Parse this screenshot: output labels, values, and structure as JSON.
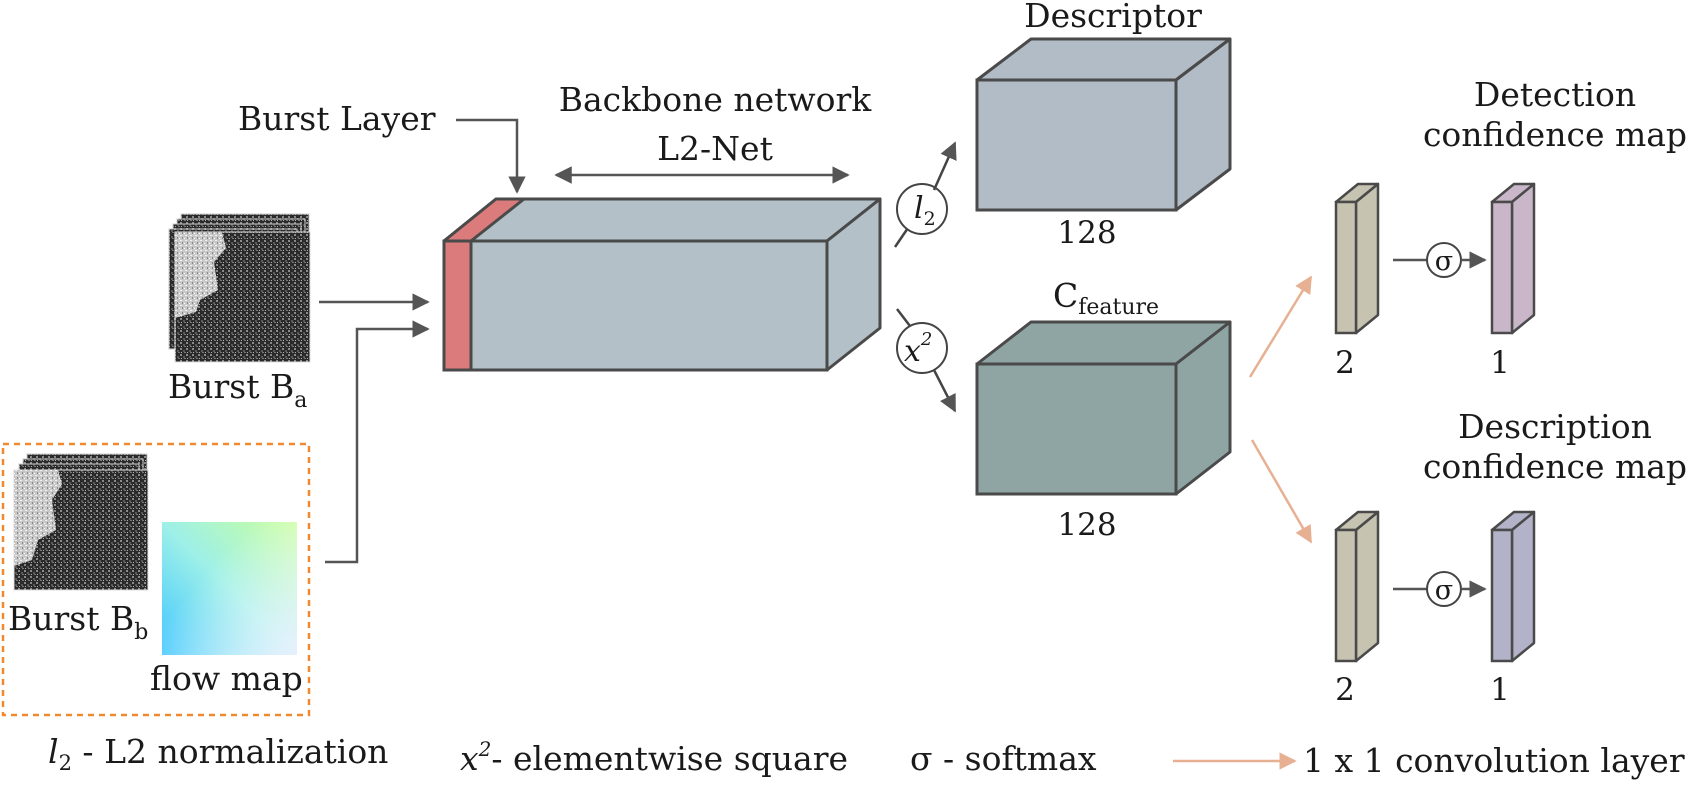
{
  "labels": {
    "burst_layer": "Burst Layer",
    "backbone_line1": "Backbone network",
    "backbone_line2": "L2-Net",
    "descriptor": "Descriptor",
    "c_feature_main": "C",
    "c_feature_sub": "feature",
    "descriptor_channels": "128",
    "feature_channels": "128",
    "detection_line1": "Detection",
    "detection_line2": "confidence map",
    "description_line1": "Description",
    "description_line2": "confidence map",
    "det_in_channels": "2",
    "det_out_channels": "1",
    "desc_in_channels": "2",
    "desc_out_channels": "1",
    "burst_a_main": "Burst B",
    "burst_a_sub": "a",
    "burst_b_main": "Burst B",
    "burst_b_sub": "b",
    "flow_map": "flow map"
  },
  "ops": {
    "l2_main": "l",
    "l2_sub": "2",
    "x2_main": "x",
    "x2_sup": "2",
    "sigma_top": "σ",
    "sigma_bottom": "σ"
  },
  "legend": {
    "l2_symbol": "l",
    "l2_sub": "2",
    "l2_text": " - L2 normalization",
    "x2_symbol": "x",
    "x2_sup": "2",
    "x2_text": "- elementwise square",
    "sigma_text": "σ - softmax",
    "conv_text": "1 x 1 convolution layer"
  },
  "colors": {
    "backbone_block": "#b3c0c7",
    "burst_layer": "#dc7b7b",
    "descriptor_block": "#b2bcc6",
    "feature_block": "#8fa5a4",
    "conv_block": "#c7c3b1",
    "detection_map": "#cab6c9",
    "description_map": "#b2b2c9",
    "conv_arrow": "#e8b092",
    "dashed_box": "#f08a30",
    "arrow": "#555555"
  }
}
